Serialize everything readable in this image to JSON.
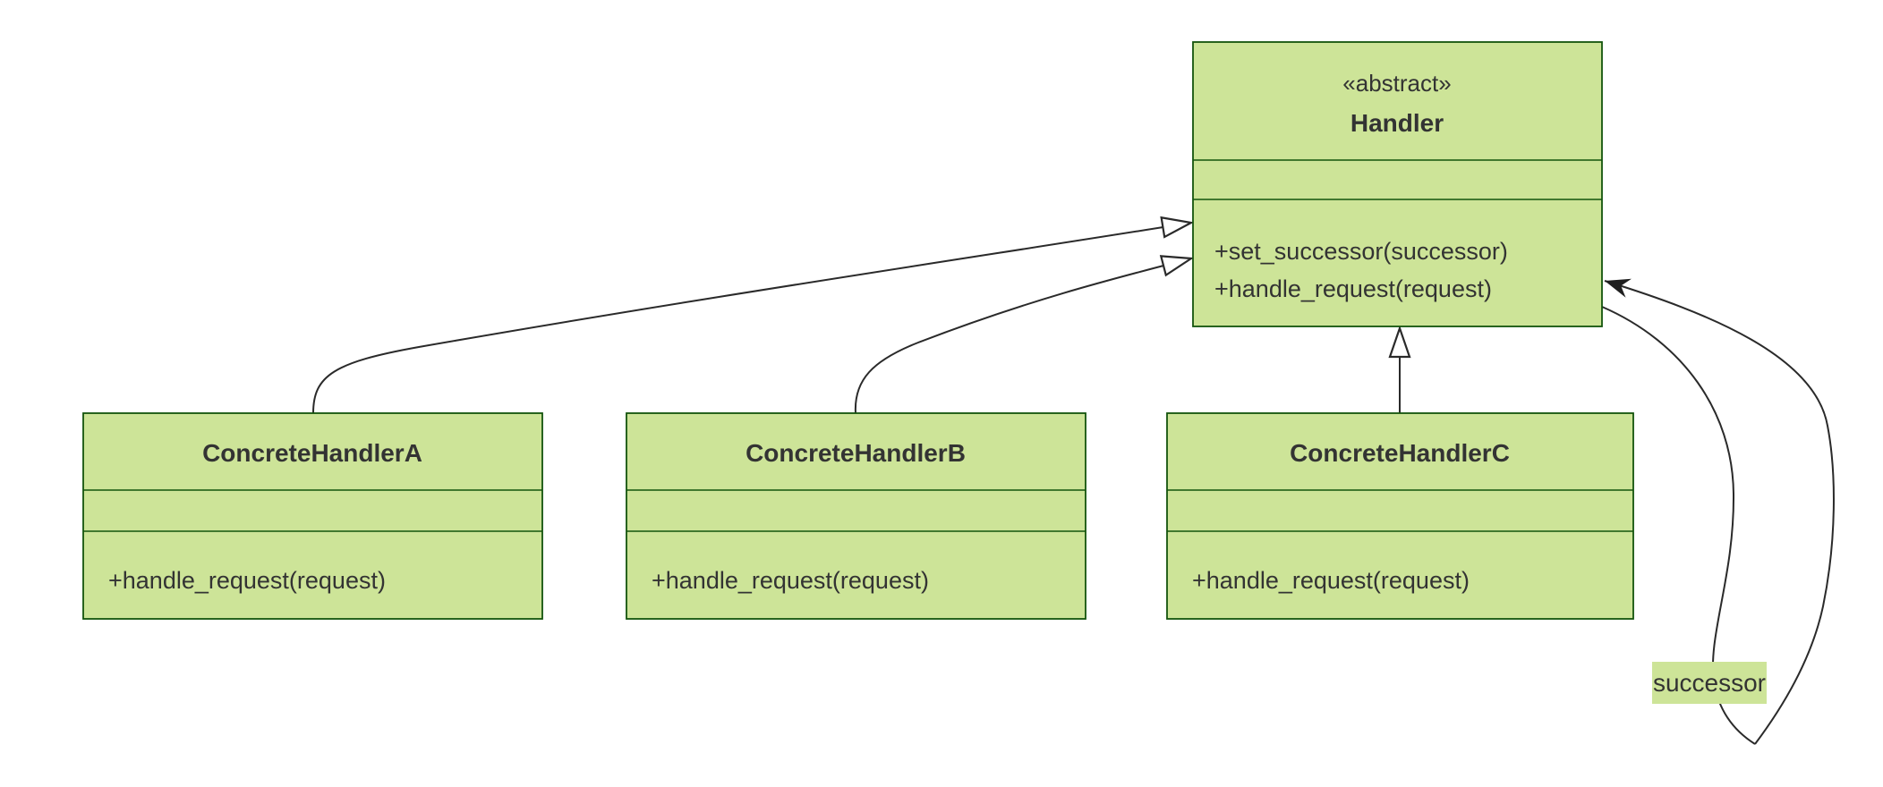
{
  "diagram": {
    "kind": "uml-class-diagram",
    "pattern": "Chain of Responsibility"
  },
  "colors": {
    "node_fill": "#cde498",
    "node_stroke": "#13540c",
    "text": "#333333",
    "edge_line": "#2a2a2a",
    "background": "#ffffff",
    "edge_label_bg": "#cde498"
  },
  "classes": {
    "handler": {
      "stereotype": "«abstract»",
      "name": "Handler",
      "attributes": [],
      "methods": [
        "+set_successor(successor)",
        "+handle_request(request)"
      ]
    },
    "concrete_a": {
      "name": "ConcreteHandlerA",
      "attributes": [],
      "methods": [
        "+handle_request(request)"
      ]
    },
    "concrete_b": {
      "name": "ConcreteHandlerB",
      "attributes": [],
      "methods": [
        "+handle_request(request)"
      ]
    },
    "concrete_c": {
      "name": "ConcreteHandlerC",
      "attributes": [],
      "methods": [
        "+handle_request(request)"
      ]
    }
  },
  "relations": {
    "a_inherits_handler": {
      "from": "ConcreteHandlerA",
      "to": "Handler",
      "type": "inheritance"
    },
    "b_inherits_handler": {
      "from": "ConcreteHandlerB",
      "to": "Handler",
      "type": "inheritance"
    },
    "c_inherits_handler": {
      "from": "ConcreteHandlerC",
      "to": "Handler",
      "type": "inheritance"
    },
    "handler_self_association": {
      "from": "Handler",
      "to": "Handler",
      "type": "association",
      "label": "successor"
    }
  }
}
